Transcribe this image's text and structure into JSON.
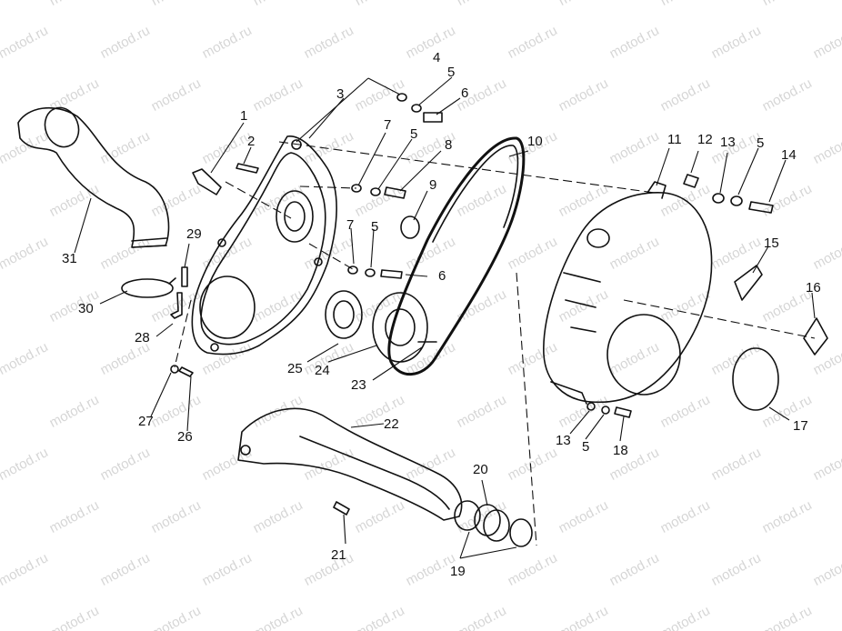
{
  "watermark": "motod.ru",
  "callouts": [
    {
      "id": "c1",
      "label": "1"
    },
    {
      "id": "c2",
      "label": "2"
    },
    {
      "id": "c3",
      "label": "3"
    },
    {
      "id": "c4",
      "label": "4"
    },
    {
      "id": "c5a",
      "label": "5"
    },
    {
      "id": "c6a",
      "label": "6"
    },
    {
      "id": "c7a",
      "label": "7"
    },
    {
      "id": "c5b",
      "label": "5"
    },
    {
      "id": "c8",
      "label": "8"
    },
    {
      "id": "c9",
      "label": "9"
    },
    {
      "id": "c10",
      "label": "10"
    },
    {
      "id": "c7b",
      "label": "7"
    },
    {
      "id": "c5c",
      "label": "5"
    },
    {
      "id": "c6b",
      "label": "6"
    },
    {
      "id": "c11",
      "label": "11"
    },
    {
      "id": "c12",
      "label": "12"
    },
    {
      "id": "c13a",
      "label": "13"
    },
    {
      "id": "c5d",
      "label": "5"
    },
    {
      "id": "c14",
      "label": "14"
    },
    {
      "id": "c15",
      "label": "15"
    },
    {
      "id": "c16",
      "label": "16"
    },
    {
      "id": "c17",
      "label": "17"
    },
    {
      "id": "c13b",
      "label": "13"
    },
    {
      "id": "c5e",
      "label": "5"
    },
    {
      "id": "c18",
      "label": "18"
    },
    {
      "id": "c22",
      "label": "22"
    },
    {
      "id": "c20",
      "label": "20"
    },
    {
      "id": "c19",
      "label": "19"
    },
    {
      "id": "c21",
      "label": "21"
    },
    {
      "id": "c23",
      "label": "23"
    },
    {
      "id": "c24",
      "label": "24"
    },
    {
      "id": "c25",
      "label": "25"
    },
    {
      "id": "c26",
      "label": "26"
    },
    {
      "id": "c27",
      "label": "27"
    },
    {
      "id": "c28",
      "label": "28"
    },
    {
      "id": "c29",
      "label": "29"
    },
    {
      "id": "c30",
      "label": "30"
    },
    {
      "id": "c31",
      "label": "31"
    }
  ]
}
